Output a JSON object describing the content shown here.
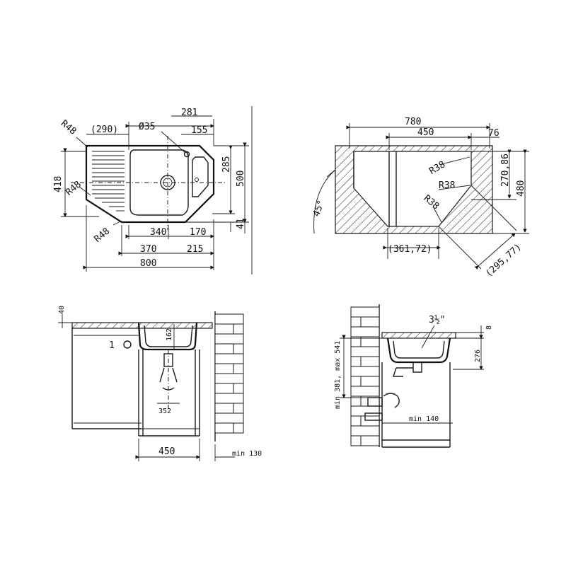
{
  "top_left_plan": {
    "dims": {
      "d281": "281",
      "d290": "(290)",
      "d35": "Ø35",
      "d155": "155",
      "r48a": "R48",
      "r48b": "R48",
      "r48c": "R48",
      "d418": "418",
      "d285": "285",
      "d500": "500",
      "d340": "340",
      "d170": "170",
      "d41": "41",
      "d370": "370",
      "d215": "215",
      "d800": "800"
    }
  },
  "top_right_cutout": {
    "dims": {
      "d780": "780",
      "d450": "450",
      "d76": "76",
      "r38a": "R38",
      "r38b": "R38",
      "r38c": "R38",
      "d27086": "270,86",
      "d480": "480",
      "d45": "45°",
      "d36172": "(361,72)",
      "d29577": "(295,77)"
    }
  },
  "bottom_left_section": {
    "dims": {
      "d40": "40",
      "d162": "162",
      "d352": "352",
      "d450": "450",
      "dmin130": "min 130"
    }
  },
  "bottom_right_section": {
    "dims": {
      "d312": "3½\"",
      "d8": "8",
      "d276": "276",
      "dmin381": "min 381, max 541",
      "dmin140": "min 140"
    }
  }
}
